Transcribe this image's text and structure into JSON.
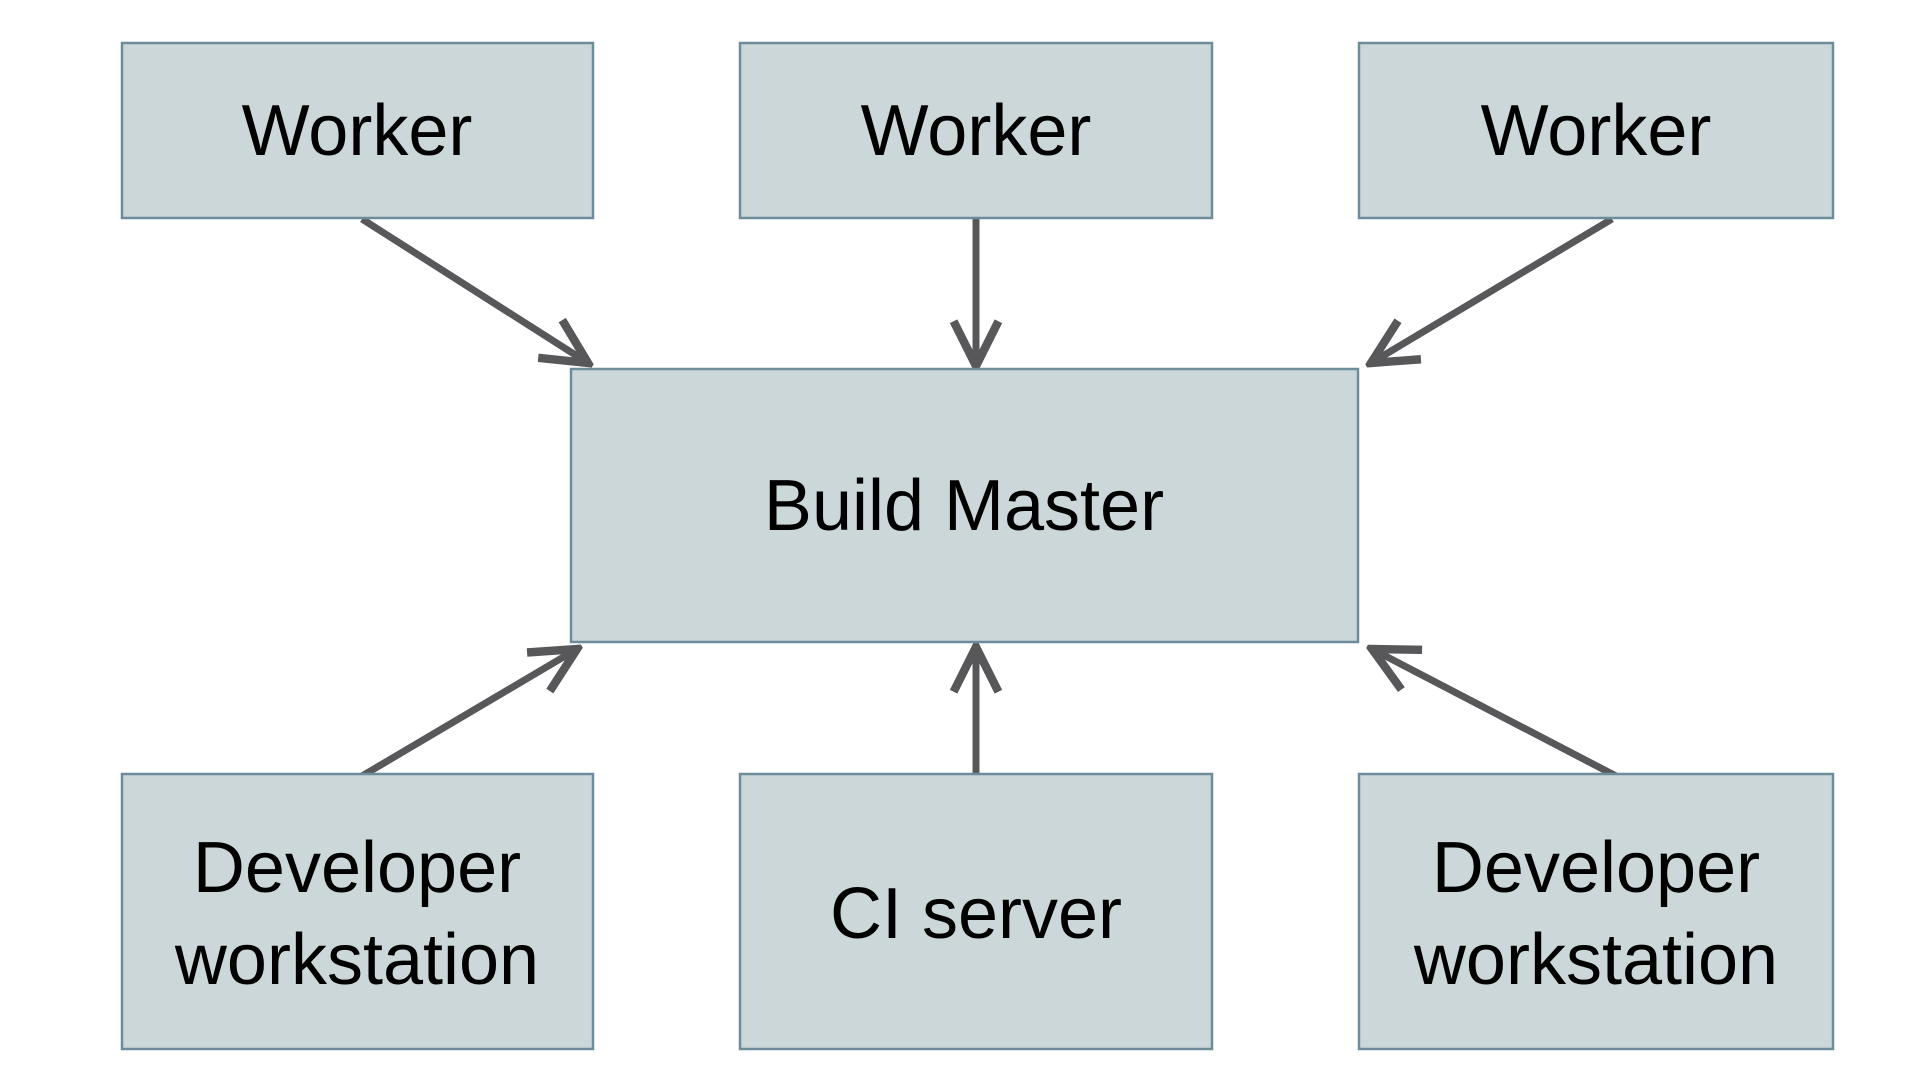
{
  "diagram": {
    "type": "architecture-diagram",
    "nodes": {
      "worker_1": {
        "label": "Worker"
      },
      "worker_2": {
        "label": "Worker"
      },
      "worker_3": {
        "label": "Worker"
      },
      "build_master": {
        "label": "Build Master"
      },
      "dev_workstation_left": {
        "line1": "Developer",
        "line2": "workstation"
      },
      "ci_server": {
        "label": "CI server"
      },
      "dev_workstation_right": {
        "line1": "Developer",
        "line2": "workstation"
      }
    },
    "edges": [
      {
        "from": "worker_1",
        "to": "build_master",
        "direction": "down-right"
      },
      {
        "from": "worker_2",
        "to": "build_master",
        "direction": "down"
      },
      {
        "from": "worker_3",
        "to": "build_master",
        "direction": "down-left"
      },
      {
        "from": "dev_workstation_left",
        "to": "build_master",
        "direction": "up-right"
      },
      {
        "from": "ci_server",
        "to": "build_master",
        "direction": "up"
      },
      {
        "from": "dev_workstation_right",
        "to": "build_master",
        "direction": "up-left"
      }
    ]
  },
  "colors": {
    "background": "#ffffff",
    "box_fill": "#ccd7d9",
    "box_stroke": "#6e8d9b",
    "box_stroke_dark": "#5d7f8f",
    "arrow": "#58585a",
    "text": "#000000"
  }
}
